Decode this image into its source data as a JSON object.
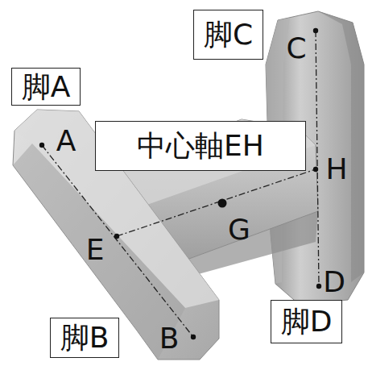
{
  "diagram": {
    "nodes": [
      {
        "text": [
          "脚C"
        ]
      },
      {
        "text": [
          "脚A"
        ]
      },
      {
        "text": [
          "中心軸EH"
        ]
      },
      {
        "text": [
          "脚D"
        ]
      },
      {
        "text": [
          "脚B"
        ]
      }
    ],
    "labels": [
      "C",
      "A",
      "H",
      "G",
      "E",
      "D",
      "B"
    ]
  }
}
